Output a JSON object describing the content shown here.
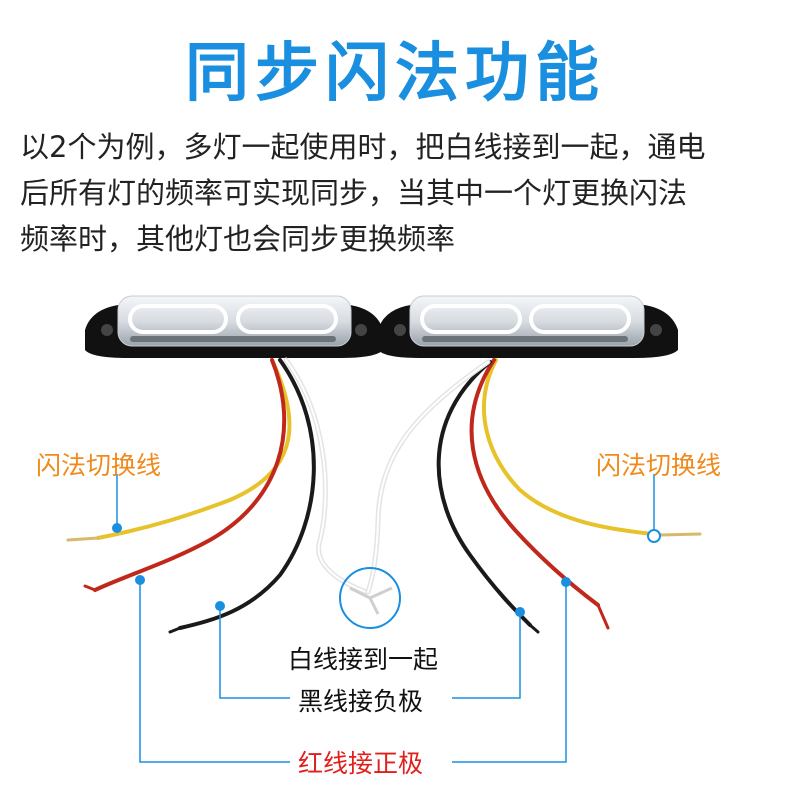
{
  "title": "同步闪法功能",
  "description": [
    "以2个为例，多灯一起使用时，把白线接到一起，通电",
    "后所有灯的频率可实现同步，当其中一个灯更换闪法",
    "频率时，其他灯也会同步更换频率"
  ],
  "labels": {
    "flash_left": "闪法切换线",
    "flash_right": "闪法切换线",
    "white": "白线接到一起",
    "black": "黑线接负极",
    "red": "红线接正极"
  },
  "colors": {
    "title": "#1a8fe0",
    "flash_label": "#f08a1c",
    "red_label": "#e0201c",
    "leader": "#1a8fe0",
    "wire_yellow": "#e8c22a",
    "wire_red": "#c0281c",
    "wire_black": "#1a1a1a",
    "wire_white": "#f2f2f2"
  }
}
